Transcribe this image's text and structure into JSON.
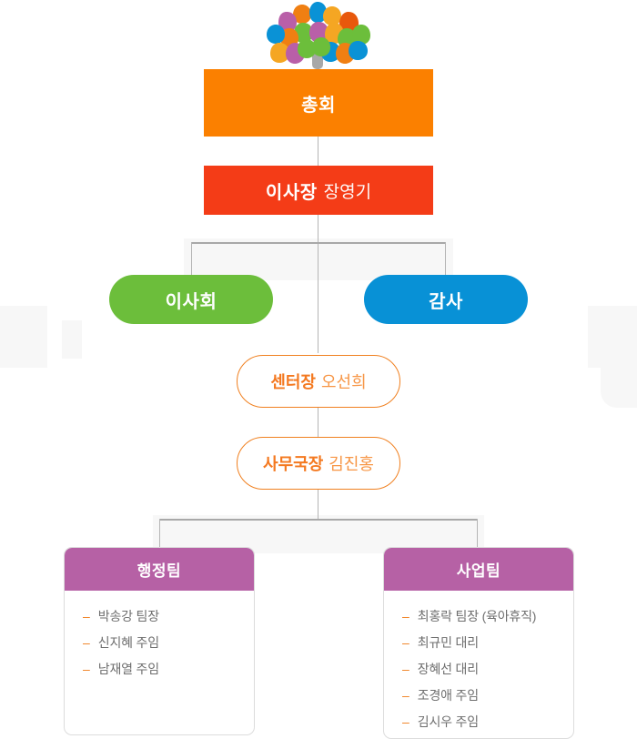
{
  "logo": {
    "name": "tree-logo",
    "trunk_color": "#a8a8a8",
    "leaf_colors": [
      "#6cbe3b",
      "#f07f12",
      "#0a92d6",
      "#b95fa8",
      "#e8580c",
      "#f5a623"
    ]
  },
  "colors": {
    "assembly_bg": "#fb8000",
    "chairman_bg": "#f43c17",
    "board_bg": "#6cbe3b",
    "audit_bg": "#0891d6",
    "outline_border": "#f08020",
    "outline_title": "#f47920",
    "outline_person": "#f79646",
    "team_header_bg": "#b661a5",
    "member_dash": "#f08020",
    "member_text": "#6e6e6e",
    "connector_line": "#a8a8a8",
    "panel_bg": "#f7f7f7"
  },
  "nodes": {
    "assembly": {
      "title": "총회"
    },
    "chairman": {
      "title": "이사장",
      "person": "장영기"
    },
    "board": {
      "title": "이사회"
    },
    "audit": {
      "title": "감사"
    },
    "center_head": {
      "title": "센터장",
      "person": "오선희"
    },
    "secretary_general": {
      "title": "사무국장",
      "person": "김진홍"
    }
  },
  "teams": [
    {
      "id": "admin",
      "title": "행정팀",
      "members": [
        {
          "dash": "–",
          "name": "박송강 팀장"
        },
        {
          "dash": "–",
          "name": "신지혜 주임"
        },
        {
          "dash": "–",
          "name": "남재열 주임"
        }
      ]
    },
    {
      "id": "business",
      "title": "사업팀",
      "members": [
        {
          "dash": "–",
          "name": "최홍락 팀장 (육아휴직)"
        },
        {
          "dash": "–",
          "name": "최규민 대리"
        },
        {
          "dash": "–",
          "name": "장혜선 대리"
        },
        {
          "dash": "–",
          "name": "조경애 주임"
        },
        {
          "dash": "–",
          "name": "김시우 주임"
        }
      ]
    }
  ]
}
